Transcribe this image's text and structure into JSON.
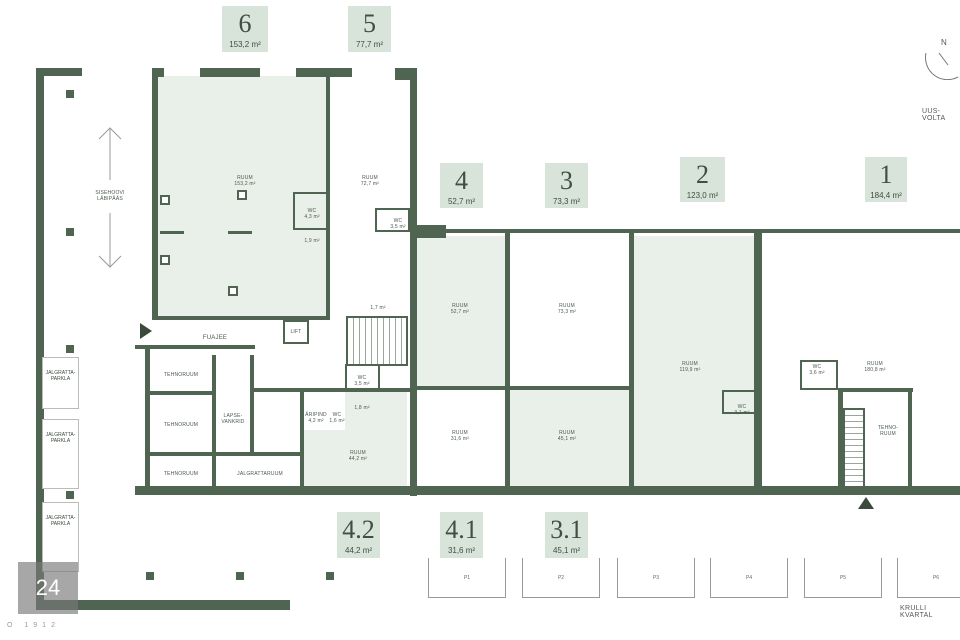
{
  "units": {
    "u6": {
      "number": "6",
      "area": "153,2 m²"
    },
    "u5": {
      "number": "5",
      "area": "77,7 m²"
    },
    "u4": {
      "number": "4",
      "area": "52,7 m²"
    },
    "u3": {
      "number": "3",
      "area": "73,3 m²"
    },
    "u2": {
      "number": "2",
      "area": "123,0 m²"
    },
    "u1": {
      "number": "1",
      "area": "184,4 m²"
    },
    "u42": {
      "number": "4.2",
      "area": "44,2 m²"
    },
    "u41": {
      "number": "4.1",
      "area": "31,6 m²"
    },
    "u31": {
      "number": "3.1",
      "area": "45,1 m²"
    }
  },
  "rooms": {
    "r6": {
      "name": "RUUM",
      "area": "153,2 m²"
    },
    "r6_wc": {
      "name": "WC",
      "area": "4,3 m²"
    },
    "r6_small": {
      "area": "1,9 m²"
    },
    "r5": {
      "name": "RUUM",
      "area": "72,7 m²"
    },
    "r5_wc": {
      "name": "WC",
      "area": "3,5 m²"
    },
    "r4": {
      "name": "RUUM",
      "area": "52,7 m²"
    },
    "r3": {
      "name": "RUUM",
      "area": "73,3 m²"
    },
    "r2": {
      "name": "RUUM",
      "area": "119,9 m²"
    },
    "r2_wc": {
      "name": "WC",
      "area": "3,1 m²"
    },
    "r1": {
      "name": "RUUM",
      "area": "180,8 m²"
    },
    "r1_wc": {
      "name": "WC",
      "area": "3,6 m²"
    },
    "r1_tech": {
      "name": "TEHNO-\nRUUM"
    },
    "r41": {
      "name": "RUUM",
      "area": "31,6 m²"
    },
    "r31": {
      "name": "RUUM",
      "area": "45,1 m²"
    },
    "r42": {
      "name": "RUUM",
      "area": "44,2 m²"
    },
    "r42_wc": {
      "name": "WC",
      "area": "3,5 m²"
    },
    "r42_small": {
      "area": "1,8 m²"
    },
    "aripind": {
      "name": "ÄRIPIND",
      "area": "4,2 m²"
    },
    "aripind_wc": {
      "name": "WC",
      "area": "1,6 m²"
    },
    "stair_small": {
      "area": "1,7 m²"
    },
    "fuajee": {
      "name": "FUAJEE"
    },
    "lift": {
      "name": "LIFT"
    },
    "tehnoruum1": {
      "name": "TEHNORUUM"
    },
    "tehnoruum2": {
      "name": "TEHNORUUM"
    },
    "tehnoruum3": {
      "name": "TEHNORUUM"
    },
    "lapsevankrid": {
      "name": "LAPSE-\nVANKRID"
    },
    "jalgrattaruum": {
      "name": "JALGRATTARUUM"
    },
    "bike1": {
      "name": "JALGRATTA-\nPARKLA"
    },
    "bike2": {
      "name": "JALGRATTA-\nPARKLA"
    },
    "bike3": {
      "name": "JALGRATTA-\nPARKLA"
    },
    "courtyard": {
      "name": "SISEHOOVI\nLÄBIPÄÄS"
    }
  },
  "parking": [
    "P1",
    "P2",
    "P3",
    "P4",
    "P5",
    "P6"
  ],
  "streets": {
    "top_right": "UUS-VOLTA",
    "bottom_right": "KRULLI KVARTAL"
  },
  "compass": {
    "north": "N"
  },
  "logo": {
    "number": "24",
    "year": "O 1912"
  },
  "colors": {
    "wall": "#4f6552",
    "room_fill": "#e9f0e9",
    "badge": "#d8e3d9"
  }
}
